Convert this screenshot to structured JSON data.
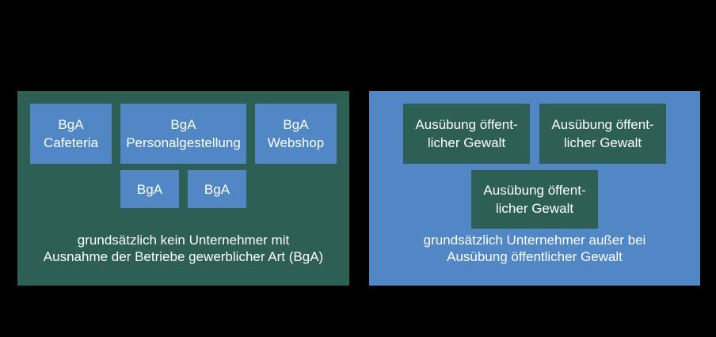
{
  "colors": {
    "panel_green": "#2e5f54",
    "panel_blue": "#5187c5",
    "text": "#ffffff",
    "page_bg": "#000000"
  },
  "left_panel": {
    "row1": [
      {
        "line1": "BgA",
        "line2": "Cafeteria"
      },
      {
        "line1": "BgA",
        "line2": "Personalgestellung"
      },
      {
        "line1": "BgA",
        "line2": "Webshop"
      }
    ],
    "row2": [
      {
        "line1": "BgA"
      },
      {
        "line1": "BgA"
      }
    ],
    "caption_line1": "grundsätzlich kein Unternehmer mit",
    "caption_line2": "Ausnahme der Betriebe gewerblicher Art (BgA)"
  },
  "right_panel": {
    "row1": [
      {
        "line1": "Ausübung öffent-",
        "line2": "licher Gewalt"
      },
      {
        "line1": "Ausübung öffent-",
        "line2": "licher Gewalt"
      }
    ],
    "row2": [
      {
        "line1": "Ausübung öffent-",
        "line2": "licher Gewalt"
      }
    ],
    "caption_line1": "grundsätzlich Unternehmer außer bei",
    "caption_line2": "Ausübung öffentlicher Gewalt"
  }
}
